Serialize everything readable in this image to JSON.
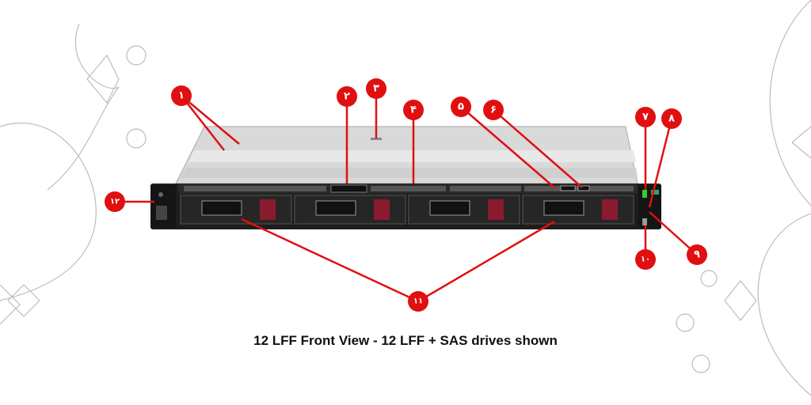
{
  "caption": "12 LFF Front View - 12 LFF + SAS drives shown",
  "callouts": [
    "۱",
    "۲",
    "۳",
    "۴",
    "۵",
    "۶",
    "۷",
    "۸",
    "۹",
    "۱۰",
    "۱۱",
    "۱۲"
  ],
  "colors": {
    "callout": "#e10f0f",
    "chassis": "#d9d9d9",
    "front": "#1d1d1d",
    "drive_latch": "#8a1a2e",
    "decor": "#bdbdbd"
  }
}
